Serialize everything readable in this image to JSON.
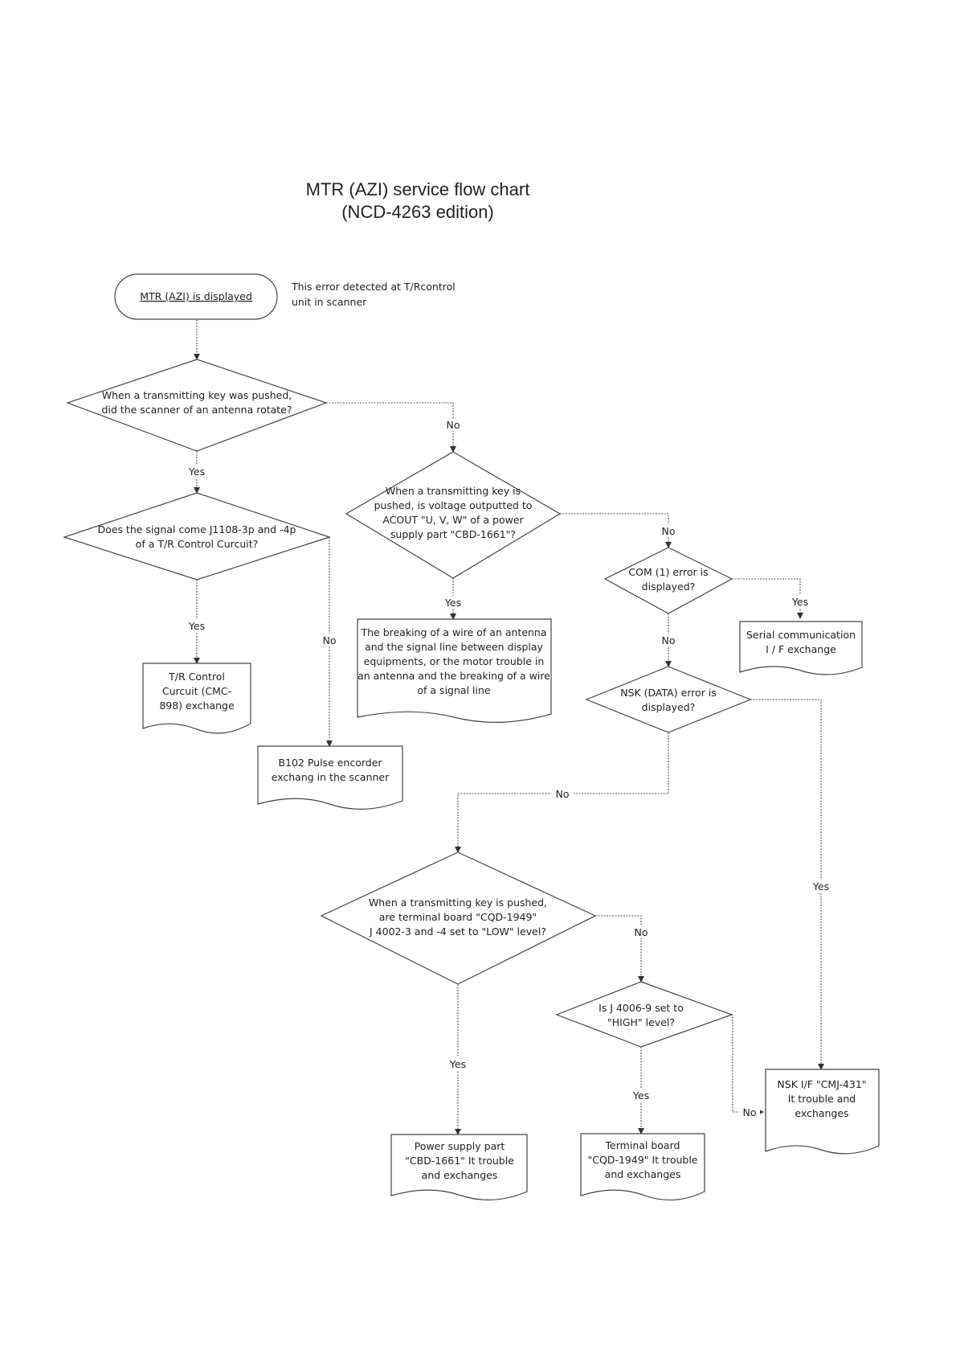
{
  "title": {
    "line1": "MTR (AZI) service flow chart",
    "line2": "(NCD-4263 edition)"
  },
  "start": {
    "text": "MTR (AZI) is displayed",
    "note": [
      "This error detected at T/Rcontrol",
      "unit in scanner"
    ]
  },
  "decisions": {
    "d1": [
      "When a transmitting key was pushed,",
      "did the scanner of an antenna rotate?"
    ],
    "d2": [
      "Does the signal come J1108-3p and -4p",
      "of a T/R Control Curcuit?"
    ],
    "d3": [
      "When a transmitting key is",
      "pushed, is voltage outputted to",
      "ACOUT \"U, V, W\" of a power",
      "supply part \"CBD-1661\"?"
    ],
    "d4": [
      "COM (1) error  is",
      "displayed?"
    ],
    "d5": [
      "NSK (DATA) error is",
      "displayed?"
    ],
    "d6": [
      "When a transmitting key is pushed,",
      "are terminal board \"CQD-1949\"",
      "J 4002-3 and -4 set to \"LOW\" level?"
    ],
    "d7": [
      "Is J 4006-9 set to",
      "\"HIGH\" level?"
    ]
  },
  "results": {
    "r1": [
      "T/R Control",
      "Curcuit (CMC-",
      "898) exchange"
    ],
    "r2": [
      "B102  Pulse  encorder",
      "exchang  in the scanner"
    ],
    "r3": [
      "The breaking of a wire of an antenna",
      "and the signal line between display",
      "equipments, or the motor trouble in",
      "an antenna and the breaking of a wire",
      "of a signal line"
    ],
    "r4": [
      "Serial communication",
      "I / F exchange"
    ],
    "r5": [
      "NSK I/F \"CMJ-431\"",
      "It trouble and",
      "exchanges"
    ],
    "r6": [
      "Power supply part",
      "\"CBD-1661\" It trouble",
      "and exchanges"
    ],
    "r7": [
      "Terminal board",
      "\"CQD-1949\" It trouble",
      "and exchanges"
    ]
  },
  "labels": {
    "yes": "Yes",
    "no": "No"
  }
}
